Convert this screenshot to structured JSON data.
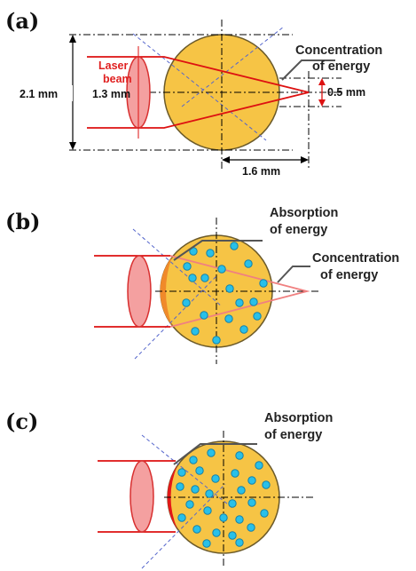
{
  "panels": {
    "a": {
      "label": "(a)",
      "dim_height": "2.1 mm",
      "dim_spot": "0.5 mm",
      "dim_focal": "1.6 mm",
      "laser_line1": "Laser",
      "laser_line2": "beam",
      "beam_width": "1.3 mm",
      "concentration_line1": "Concentration",
      "concentration_line2": "of energy"
    },
    "b": {
      "label": "(b)",
      "absorption_line1": "Absorption",
      "absorption_line2": "of energy",
      "concentration_line1": "Concentration",
      "concentration_line2": "of energy"
    },
    "c": {
      "label": "(c)",
      "absorption_line1": "Absorption",
      "absorption_line2": "of energy"
    }
  },
  "colors": {
    "droplet_fill": "#f6c445",
    "droplet_stroke": "#6b5a2a",
    "beam_red": "#dd1111",
    "lens_fill": "#f4a0a0",
    "lens_stroke": "#d83030",
    "particle": "#29c0e8",
    "absorption_b": "#f08a2a",
    "absorption_c": "#e41818"
  }
}
